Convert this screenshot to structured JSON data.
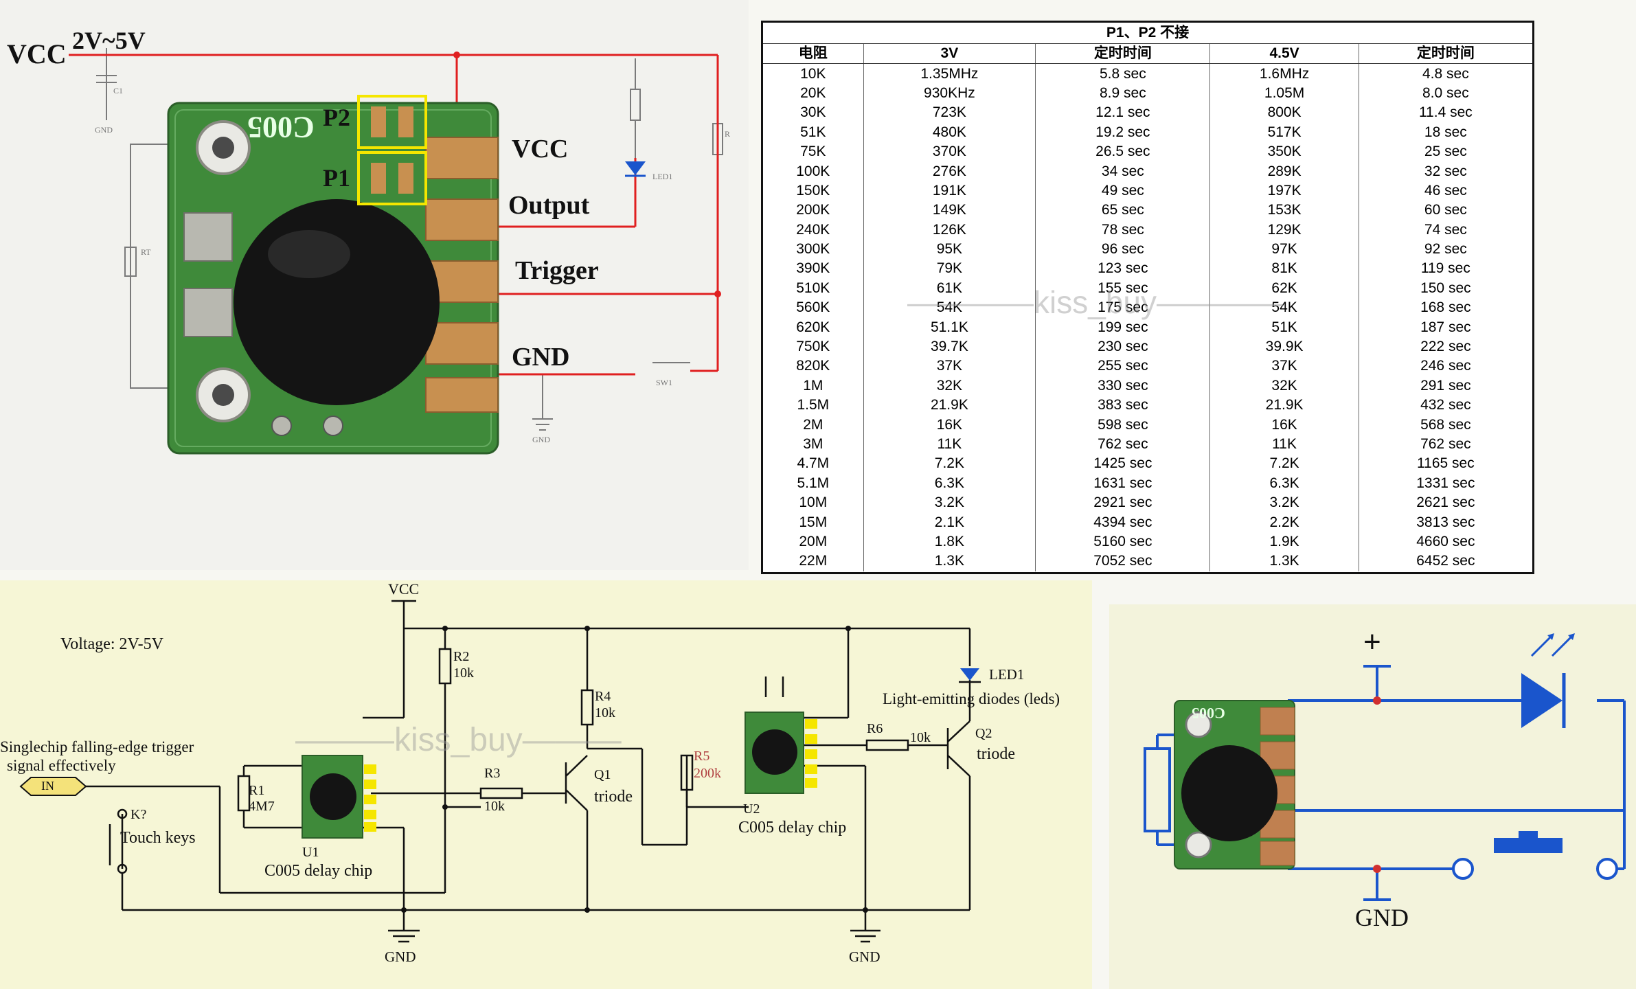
{
  "top_left": {
    "supply_label": "VCC",
    "supply_range": "2V~5V",
    "chip_silk": "C005",
    "pad_p2": "P2",
    "pad_p1": "P1",
    "pin_vcc": "VCC",
    "pin_output": "Output",
    "pin_trigger": "Trigger",
    "pin_gnd": "GND",
    "small_c1": "C1",
    "small_gnd_a": "GND",
    "small_gnd_b": "GND",
    "small_led": "LED1",
    "small_r": "R",
    "small_rt": "RT",
    "small_sw": "SW1"
  },
  "timing_table": {
    "caption": "P1、P2 不接",
    "headers": [
      "电阻",
      "3V",
      "定时时间",
      "4.5V",
      "定时时间"
    ],
    "rows": [
      [
        "10K",
        "1.35MHz",
        "5.8 sec",
        "1.6MHz",
        "4.8 sec"
      ],
      [
        "20K",
        "930KHz",
        "8.9 sec",
        "1.05M",
        "8.0 sec"
      ],
      [
        "30K",
        "723K",
        "12.1 sec",
        "800K",
        "11.4 sec"
      ],
      [
        "51K",
        "480K",
        "19.2 sec",
        "517K",
        "18 sec"
      ],
      [
        "75K",
        "370K",
        "26.5 sec",
        "350K",
        "25 sec"
      ],
      [
        "100K",
        "276K",
        "34 sec",
        "289K",
        "32 sec"
      ],
      [
        "150K",
        "191K",
        "49 sec",
        "197K",
        "46 sec"
      ],
      [
        "200K",
        "149K",
        "65 sec",
        "153K",
        "60 sec"
      ],
      [
        "240K",
        "126K",
        "78 sec",
        "129K",
        "74 sec"
      ],
      [
        "300K",
        "95K",
        "96 sec",
        "97K",
        "92 sec"
      ],
      [
        "390K",
        "79K",
        "123 sec",
        "81K",
        "119 sec"
      ],
      [
        "510K",
        "61K",
        "155 sec",
        "62K",
        "150 sec"
      ],
      [
        "560K",
        "54K",
        "175 sec",
        "54K",
        "168 sec"
      ],
      [
        "620K",
        "51.1K",
        "199 sec",
        "51K",
        "187 sec"
      ],
      [
        "750K",
        "39.7K",
        "230 sec",
        "39.9K",
        "222 sec"
      ],
      [
        "820K",
        "37K",
        "255 sec",
        "37K",
        "246 sec"
      ],
      [
        "1M",
        "32K",
        "330 sec",
        "32K",
        "291 sec"
      ],
      [
        "1.5M",
        "21.9K",
        "383 sec",
        "21.9K",
        "432 sec"
      ],
      [
        "2M",
        "16K",
        "598 sec",
        "16K",
        "568 sec"
      ],
      [
        "3M",
        "11K",
        "762 sec",
        "11K",
        "762 sec"
      ],
      [
        "4.7M",
        "7.2K",
        "1425 sec",
        "7.2K",
        "1165 sec"
      ],
      [
        "5.1M",
        "6.3K",
        "1631 sec",
        "6.3K",
        "1331 sec"
      ],
      [
        "10M",
        "3.2K",
        "2921 sec",
        "3.2K",
        "2621 sec"
      ],
      [
        "15M",
        "2.1K",
        "4394 sec",
        "2.2K",
        "3813 sec"
      ],
      [
        "20M",
        "1.8K",
        "5160 sec",
        "1.9K",
        "4660 sec"
      ],
      [
        "22M",
        "1.3K",
        "7052 sec",
        "1.3K",
        "6452 sec"
      ]
    ],
    "watermark": "kiss_buy"
  },
  "schematic": {
    "voltage": "Voltage: 2V-5V",
    "vcc": "VCC",
    "r2": "R2",
    "r2_val": "10k",
    "r4": "R4",
    "r4_val": "10k",
    "led": "LED1",
    "led_desc": "Light-emitting diodes (leds)",
    "trigger_desc_1": "Singlechip falling-edge trigger",
    "trigger_desc_2": "signal effectively",
    "in_tag": "IN",
    "k": "K?",
    "touch": "Touch keys",
    "r1": "R1",
    "r1_val": "4M7",
    "u1": "U1",
    "u1_desc": "C005 delay chip",
    "r3": "R3",
    "r3_val": "10k",
    "q1": "Q1",
    "q1_desc": "triode",
    "r5": "R5",
    "r5_val": "200k",
    "u2": "U2",
    "u2_desc": "C005 delay chip",
    "r6": "R6",
    "r6_val": "10k",
    "q2": "Q2",
    "q2_desc": "triode",
    "gnd_1": "GND",
    "gnd_2": "GND",
    "watermark": "kiss_buy"
  },
  "bottom_right": {
    "plus": "+",
    "gnd": "GND",
    "chip_silk": "C005"
  },
  "colors": {
    "wire_red": "#e02020",
    "wire_blue": "#1a55cc",
    "pcb_green": "#3f8a3a",
    "copper": "#c89050",
    "pad_highlight": "#f5e600"
  }
}
